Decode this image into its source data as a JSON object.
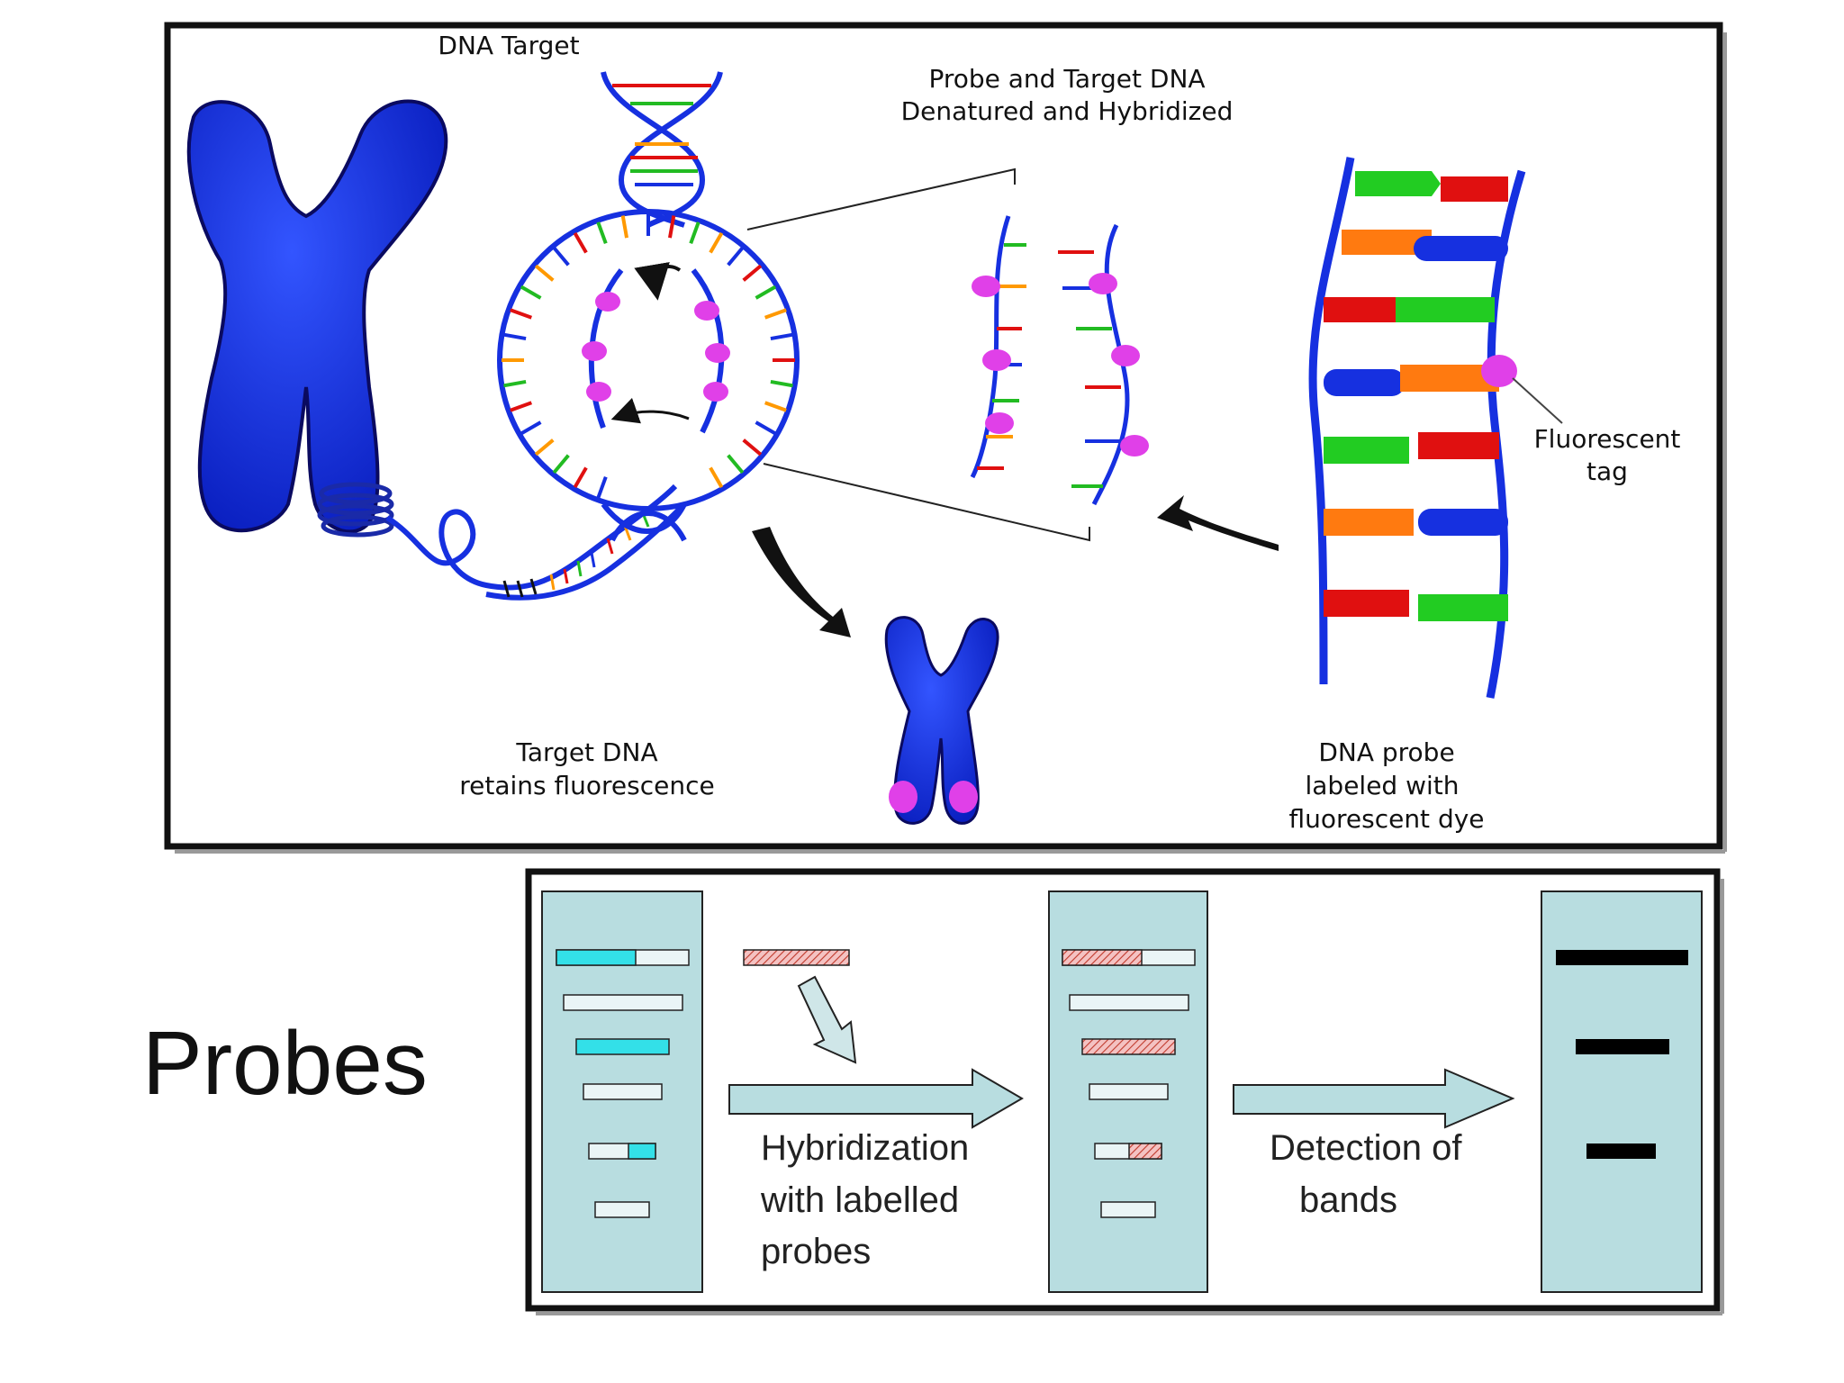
{
  "slide": {
    "title": "Probes"
  },
  "fish_diagram": {
    "label_dna_target": "DNA Target",
    "label_hybridized_line1": "Probe and Target DNA",
    "label_hybridized_line2": "Denatured and Hybridized",
    "label_fluorescent_line1": "Fluorescent",
    "label_fluorescent_line2": "tag",
    "label_target_line1": "Target DNA",
    "label_target_line2": "retains fluorescence",
    "label_probe_line1": "DNA probe",
    "label_probe_line2": "labeled with",
    "label_probe_line3": "fluorescent dye"
  },
  "blot_diagram": {
    "step1_line1": "Hybridization",
    "step1_line2": "with labelled",
    "step1_line3": "probes",
    "step2_line1": "Detection of",
    "step2_line2": "bands"
  },
  "colors": {
    "chromosome": "#1630e0",
    "magenta": "#e040e8",
    "gel": "#b8dde0",
    "cyan_band": "#33e0e8",
    "probe_hatch": "#e88a8a"
  }
}
